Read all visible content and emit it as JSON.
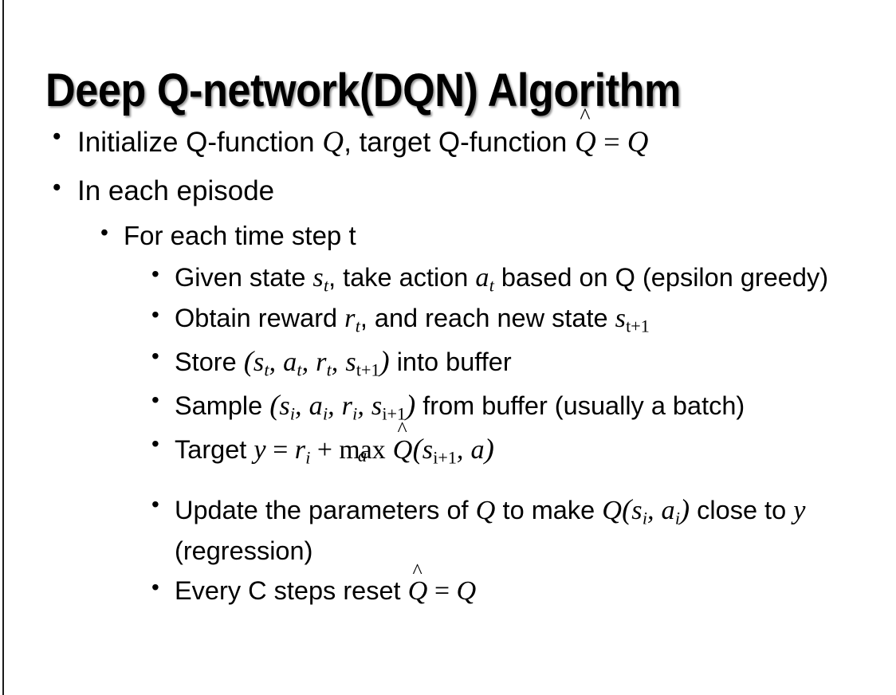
{
  "slide": {
    "title": "Deep Q-network(DQN) Algorithm",
    "background_color": "#ffffff",
    "text_color": "#000000",
    "edge_rule_color": "#1a1a1a"
  },
  "bullets": {
    "l1_initialize": {
      "prefix": "Initialize Q-function ",
      "var_q": "Q",
      "mid": ", target Q-function ",
      "var_qhat": "Q",
      "hat": "̂",
      "equals": " = ",
      "var_q2": "Q",
      "plain": "Initialize Q-function Q, target Q-function Q̂ = Q"
    },
    "l1_episode": {
      "text": "In each episode"
    },
    "l2_timestep": {
      "text": "For each time step t"
    },
    "l3_given": {
      "p1": "Given state ",
      "var_s": "s",
      "sub_t": "t",
      "p2": ", take action ",
      "var_a": "a",
      "sub_t2": "t",
      "p3": " based on Q (epsilon greedy)",
      "plain": "Given state s_t, take action a_t based on Q (epsilon greedy)"
    },
    "l3_obtain": {
      "p1": "Obtain reward ",
      "var_r": "r",
      "sub_t": "t",
      "p2": ", and reach new state ",
      "var_s": "s",
      "sub_t1": "t+1",
      "plain": "Obtain reward r_t, and reach new state s_{t+1}"
    },
    "l3_store": {
      "p1": "Store ",
      "open": "(",
      "var_s": "s",
      "sub_t": "t",
      "c1": ", ",
      "var_a": "a",
      "sub_t2": "t",
      "c2": ", ",
      "var_r": "r",
      "sub_t3": "t",
      "c3": ", ",
      "var_s2": "s",
      "sub_t4": "t+1",
      "close": ")",
      "p2": " into buffer",
      "plain": "Store (s_t, a_t, r_t, s_{t+1}) into buffer"
    },
    "l3_sample": {
      "p1": "Sample ",
      "open": "(",
      "var_s": "s",
      "sub_i": "i",
      "c1": ", ",
      "var_a": "a",
      "sub_i2": "i",
      "c2": ", ",
      "var_r": "r",
      "sub_i3": "i",
      "c3": ", ",
      "var_s2": "s",
      "sub_i1": "i+1",
      "close": ")",
      "p2": " from buffer (usually a batch)",
      "plain": "Sample (s_i, a_i, r_i, s_{i+1}) from buffer (usually a batch)"
    },
    "l3_target": {
      "p1": "Target ",
      "var_y": "y",
      "eq": " = ",
      "var_r": "r",
      "sub_i": "i",
      "plus": " + ",
      "op_max": "max",
      "op_under": "a",
      "var_qhat": "Q",
      "hat": "̂",
      "open": "(",
      "var_s": "s",
      "sub_i1": "i+1",
      "comma": ", ",
      "var_a": "a",
      "close": ")",
      "plain": "Target y = r_i + max_a Q̂(s_{i+1}, a)"
    },
    "l3_update": {
      "p1": "Update the parameters of ",
      "var_q": "Q",
      "p2": " to make ",
      "var_q2": "Q",
      "open": "(",
      "var_s": "s",
      "sub_i": "i",
      "comma": ", ",
      "var_a": "a",
      "sub_i2": "i",
      "close": ")",
      "p3": " close to ",
      "var_y": "y",
      "p4": " (regression)",
      "plain": "Update the parameters of Q to make Q(s_i, a_i) close to y (regression)"
    },
    "l3_reset": {
      "p1": "Every C steps reset ",
      "var_qhat": "Q",
      "hat": "̂",
      "eq": " = ",
      "var_q": "Q",
      "plain": "Every C steps reset Q̂ = Q"
    }
  },
  "glyphs": {
    "bullet_dot": "•"
  }
}
